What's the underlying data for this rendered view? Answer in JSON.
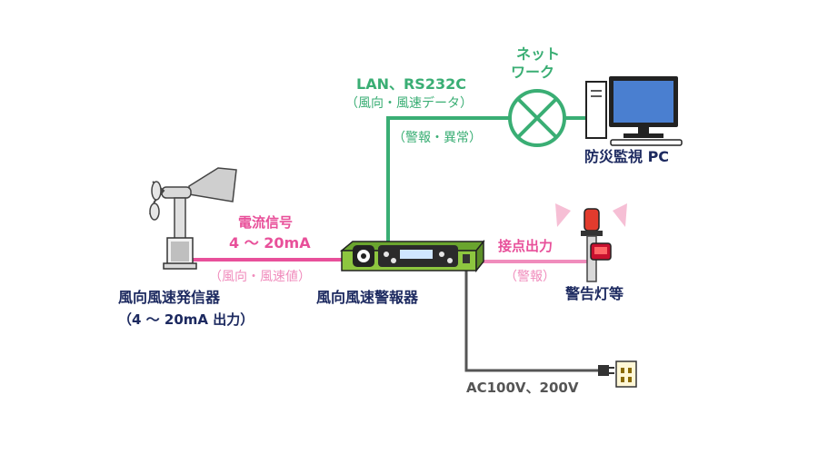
{
  "network": {
    "protocol": "LAN、RS232C",
    "data": "（風向・風速データ）",
    "alarm": "（警報・異常）",
    "cloud_line1": "ネット",
    "cloud_line2": "ワーク"
  },
  "pc": {
    "label": "防災監視 PC"
  },
  "sensor_link": {
    "signal": "電流信号",
    "range": "4 ～ 20mA",
    "values": "（風向・風速値）"
  },
  "sensor": {
    "name": "風向風速発信器",
    "spec": "（4 ～ 20mA 出力）"
  },
  "alarm_unit": {
    "name": "風向風速警報器"
  },
  "contact": {
    "output": "接点出力",
    "alarm": "（警報）"
  },
  "lamp": {
    "name": "警告灯等"
  },
  "power": {
    "label": "AC100V、200V"
  },
  "colors": {
    "network_line": "#3aae74",
    "signal_line": "#e8509a",
    "contact_line": "#f08cbc",
    "power_line": "#555555",
    "label_navy": "#1d2a60",
    "device_green": "#8dc63f"
  }
}
